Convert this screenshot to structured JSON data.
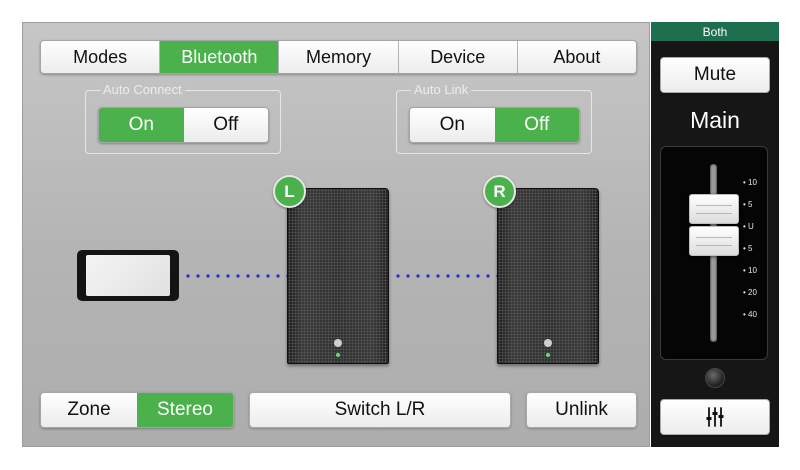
{
  "tabs": [
    {
      "label": "Modes",
      "active": false
    },
    {
      "label": "Bluetooth",
      "active": true
    },
    {
      "label": "Memory",
      "active": false
    },
    {
      "label": "Device",
      "active": false
    },
    {
      "label": "About",
      "active": false
    }
  ],
  "auto_connect": {
    "label": "Auto Connect",
    "on_label": "On",
    "off_label": "Off",
    "value": "On"
  },
  "auto_link": {
    "label": "Auto Link",
    "on_label": "On",
    "off_label": "Off",
    "value": "Off"
  },
  "speakers": {
    "left_badge": "L",
    "right_badge": "R"
  },
  "bottom": {
    "zone_label": "Zone",
    "stereo_label": "Stereo",
    "selected_mode": "Stereo",
    "switch_label": "Switch L/R",
    "unlink_label": "Unlink"
  },
  "strip": {
    "header": "Both",
    "mute_label": "Mute",
    "channel_label": "Main",
    "scale": [
      "10",
      "5",
      "U",
      "5",
      "10",
      "20",
      "40"
    ],
    "settings_icon": "fader-settings-icon"
  },
  "colors": {
    "accent_green": "#4ab14c",
    "strip_header": "#1f6e50",
    "link_dots": "#1f2fd0"
  }
}
